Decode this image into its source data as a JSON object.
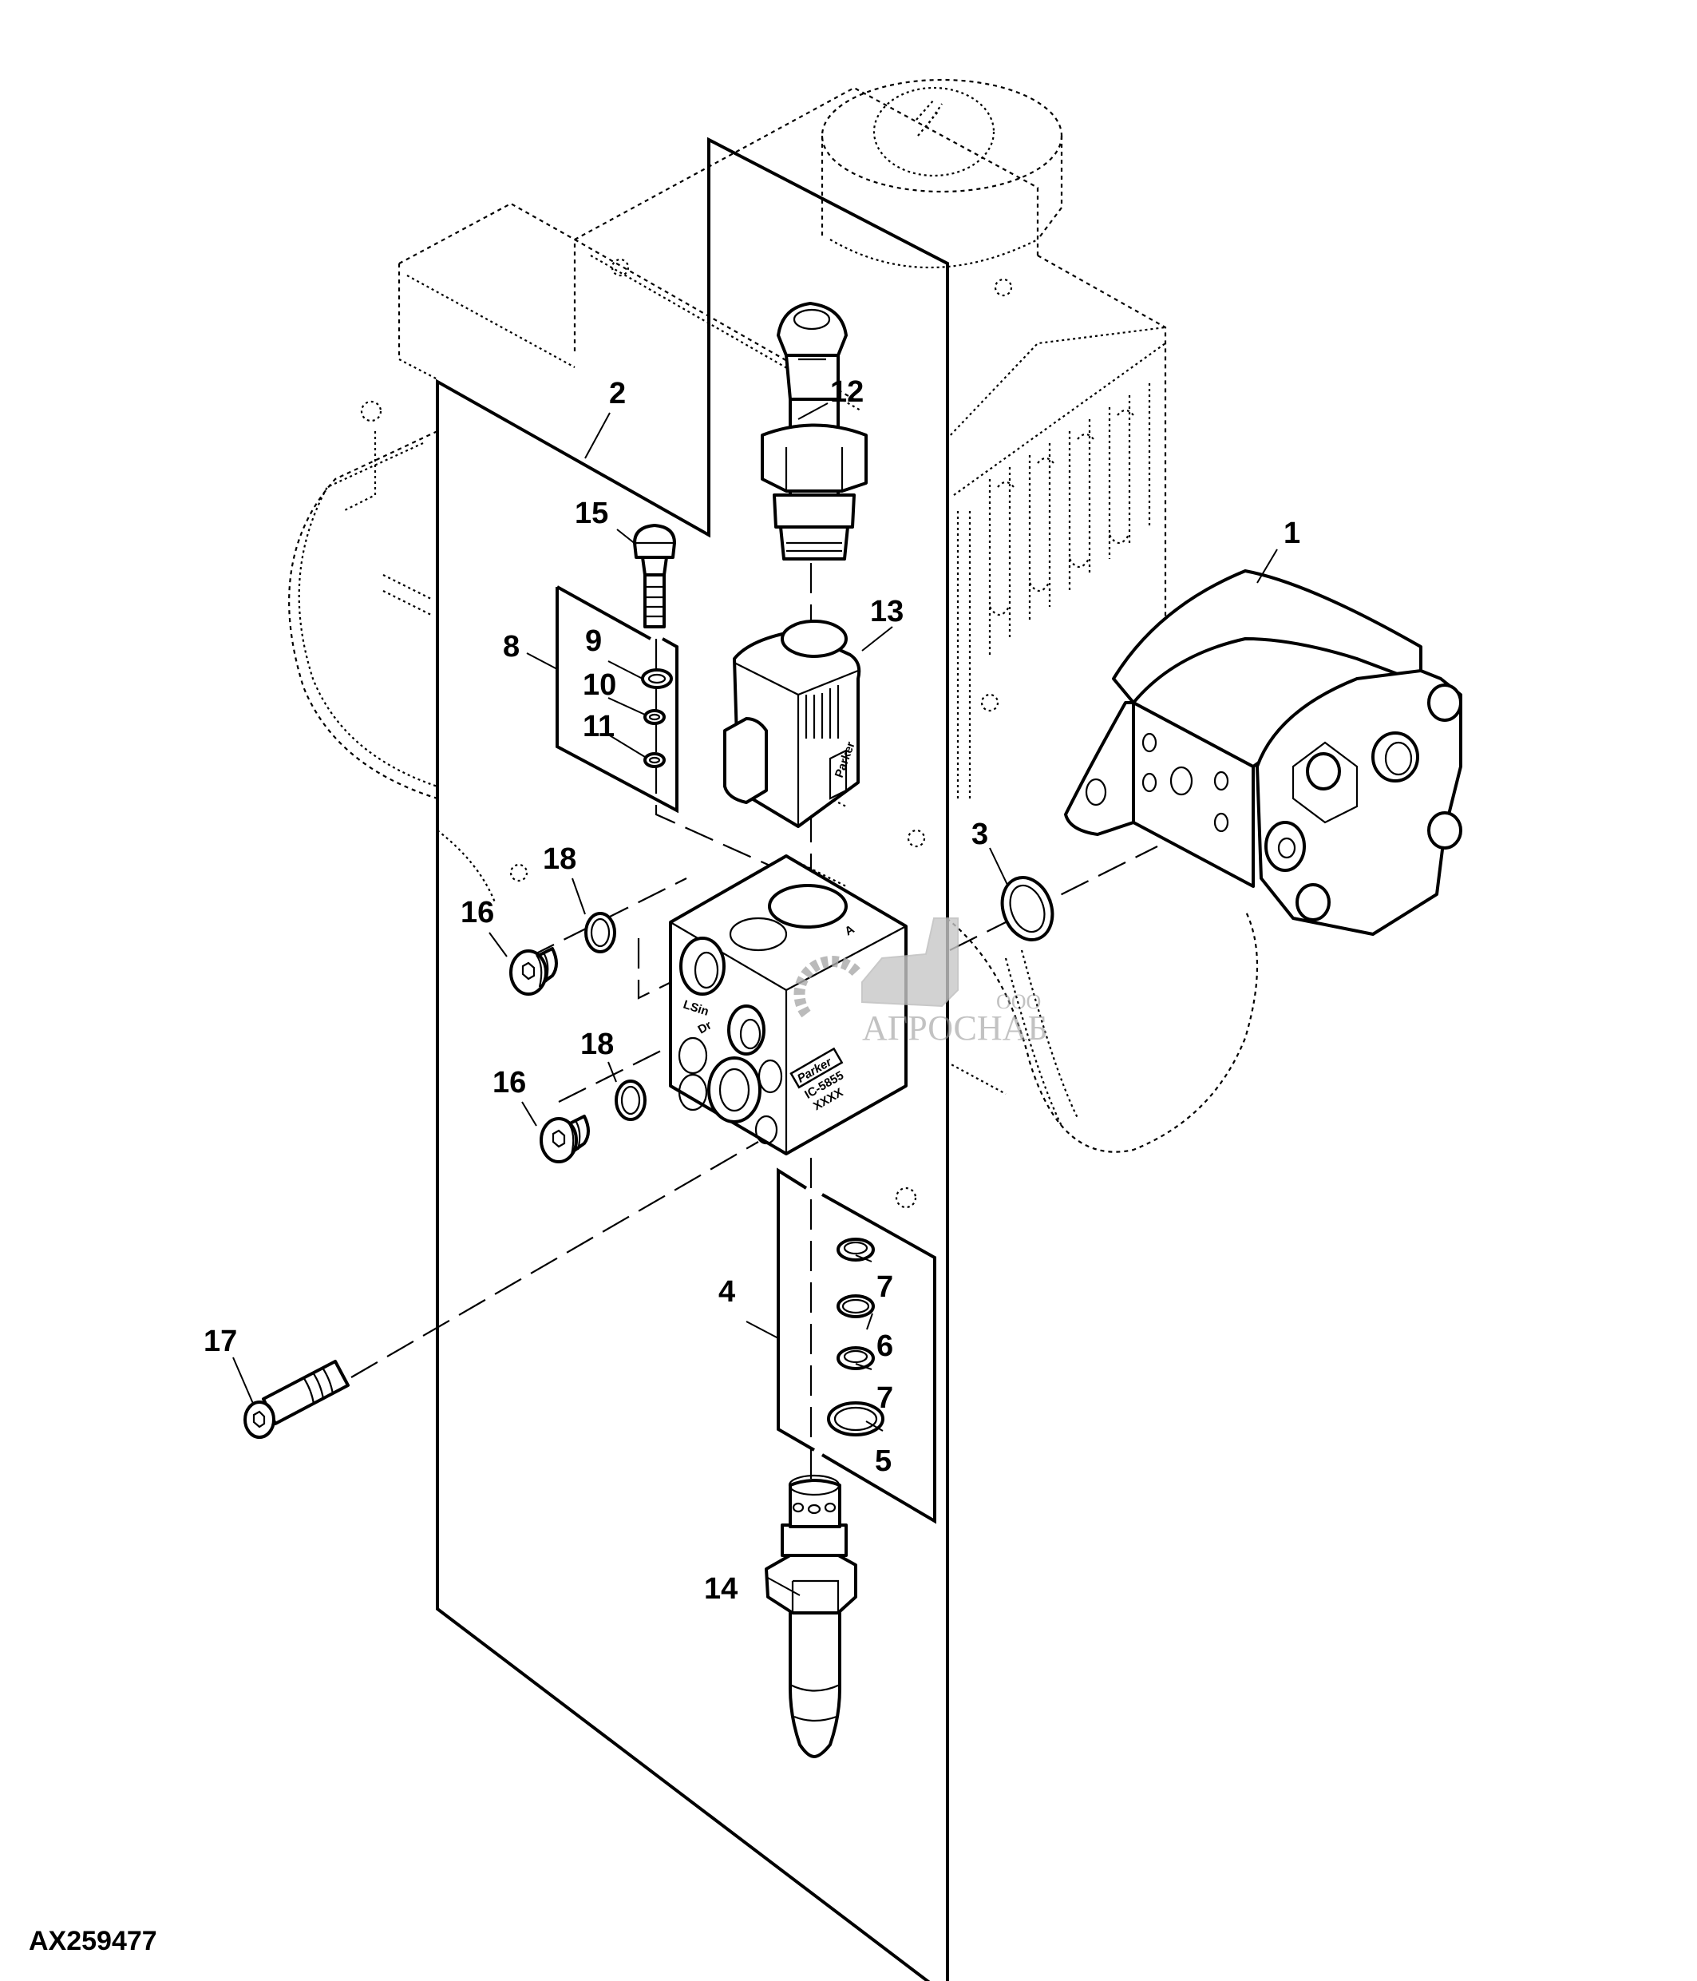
{
  "figure": {
    "id": "AX259477",
    "type": "exploded parts diagram",
    "subject": "hydraulic pump with valve manifold block"
  },
  "callouts": [
    {
      "num": "1",
      "part": "hydraulic-pump"
    },
    {
      "num": "2",
      "part": "valve-assembly-panel"
    },
    {
      "num": "3",
      "part": "o-ring"
    },
    {
      "num": "4",
      "part": "seal-kit"
    },
    {
      "num": "5",
      "part": "o-ring-large"
    },
    {
      "num": "6",
      "part": "backup-ring"
    },
    {
      "num": "7",
      "part": "o-ring-small"
    },
    {
      "num": "7",
      "part": "o-ring-small"
    },
    {
      "num": "8",
      "part": "seal-kit"
    },
    {
      "num": "9",
      "part": "o-ring"
    },
    {
      "num": "10",
      "part": "backup-ring"
    },
    {
      "num": "11",
      "part": "o-ring"
    },
    {
      "num": "12",
      "part": "solenoid-valve-cartridge"
    },
    {
      "num": "13",
      "part": "solenoid-coil"
    },
    {
      "num": "14",
      "part": "valve-cartridge"
    },
    {
      "num": "15",
      "part": "plug"
    },
    {
      "num": "16",
      "part": "hex-socket-plug"
    },
    {
      "num": "16",
      "part": "hex-socket-plug"
    },
    {
      "num": "17",
      "part": "cap-screw"
    },
    {
      "num": "18",
      "part": "o-ring"
    },
    {
      "num": "18",
      "part": "o-ring"
    }
  ],
  "block_markings": {
    "port_ls": "LSin",
    "port_dr": "Dr",
    "port_a": "A",
    "brand": "Parker",
    "model": "IC-5855",
    "serial": "XXXX"
  },
  "watermark": {
    "prefix": "ООО",
    "name": "АГРОСНАБ"
  }
}
